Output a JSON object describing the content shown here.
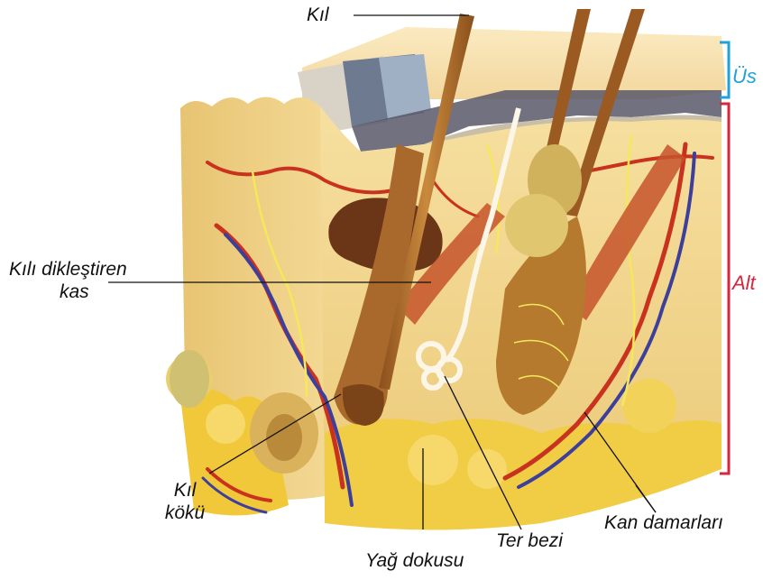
{
  "labels": {
    "hair": "Kıl",
    "muscle_line1": "Kılı dikleştiren",
    "muscle_line2": "kas",
    "root_line1": "Kıl",
    "root_line2": "kökü",
    "fat": "Yağ dokusu",
    "sweat": "Ter bezi",
    "vessels": "Kan damarları",
    "epidermis": "Üs",
    "dermis": "Alt"
  },
  "colors": {
    "epidermis_bracket": "#1fa3d6",
    "dermis_bracket": "#d7263d",
    "skin_tissue": "#f2d58a",
    "fat_tissue": "#f0c83a",
    "hair_shaft": "#b8732e",
    "artery": "#c8321e",
    "vein": "#3d3f9a",
    "nerve": "#f5e85a"
  }
}
